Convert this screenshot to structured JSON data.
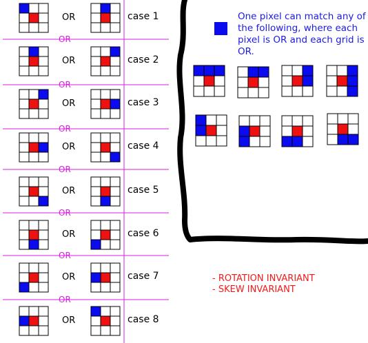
{
  "labels": {
    "or": "OR",
    "cases": [
      "case 1",
      "case 2",
      "case 3",
      "case 4",
      "case 5",
      "case 6",
      "case 7",
      "case 8"
    ]
  },
  "note": "One pixel can match any of the following, where each pixel is OR and each grid is OR.",
  "invariants": [
    "- ROTATION INVARIANT",
    "- SKEW INVARIANT"
  ],
  "colors": {
    "center": "#ee1111",
    "match": "#0b0bf0",
    "or_separator": "#d81ee0",
    "grid_line": "#000000",
    "note_text": "#1a1ae6",
    "invariant_text": "#ee1b1b"
  },
  "grid_size": 3,
  "cases": [
    {
      "left": [
        [
          0,
          0
        ]
      ],
      "right": [
        [
          0,
          1
        ]
      ]
    },
    {
      "left": [
        [
          0,
          1
        ]
      ],
      "right": [
        [
          0,
          2
        ]
      ]
    },
    {
      "left": [
        [
          0,
          2
        ]
      ],
      "right": [
        [
          1,
          2
        ]
      ]
    },
    {
      "left": [
        [
          1,
          2
        ]
      ],
      "right": [
        [
          2,
          2
        ]
      ]
    },
    {
      "left": [
        [
          2,
          2
        ]
      ],
      "right": [
        [
          2,
          1
        ]
      ]
    },
    {
      "left": [
        [
          2,
          1
        ]
      ],
      "right": [
        [
          2,
          0
        ]
      ]
    },
    {
      "left": [
        [
          2,
          0
        ]
      ],
      "right": [
        [
          1,
          0
        ]
      ]
    },
    {
      "left": [
        [
          1,
          0
        ]
      ],
      "right": [
        [
          0,
          0
        ]
      ]
    }
  ],
  "examples": [
    [
      [
        0,
        0
      ],
      [
        0,
        1
      ],
      [
        0,
        2
      ]
    ],
    [
      [
        0,
        1
      ],
      [
        0,
        2
      ]
    ],
    [
      [
        0,
        2
      ],
      [
        1,
        2
      ]
    ],
    [
      [
        0,
        2
      ],
      [
        1,
        2
      ],
      [
        2,
        2
      ]
    ],
    [
      [
        0,
        0
      ],
      [
        1,
        0
      ]
    ],
    [
      [
        1,
        0
      ],
      [
        2,
        0
      ]
    ],
    [
      [
        2,
        0
      ],
      [
        2,
        1
      ]
    ],
    [
      [
        2,
        1
      ],
      [
        2,
        2
      ]
    ]
  ]
}
